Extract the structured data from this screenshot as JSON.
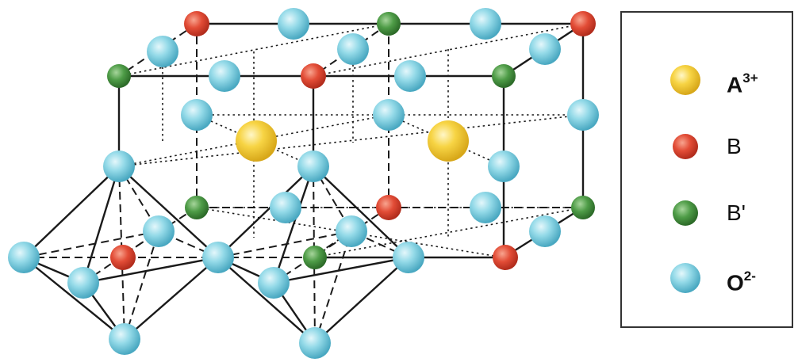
{
  "legend": {
    "items": [
      {
        "key": "A",
        "base": "A",
        "sup": "3+",
        "bold": true,
        "color": "#f5cf3c"
      },
      {
        "key": "B",
        "base": "B",
        "sup": "",
        "bold": false,
        "color": "#e04a36"
      },
      {
        "key": "Bprime",
        "base": "B'",
        "sup": "",
        "bold": false,
        "color": "#4c9a46"
      },
      {
        "key": "O",
        "base": "O",
        "sup": "2-",
        "bold": true,
        "color": "#86d3e3"
      }
    ]
  },
  "colors": {
    "line": "#1a1a1a",
    "A": "#f5cf3c",
    "B": "#e04a36",
    "Bprime": "#4c9a46",
    "O": "#86d3e3"
  }
}
